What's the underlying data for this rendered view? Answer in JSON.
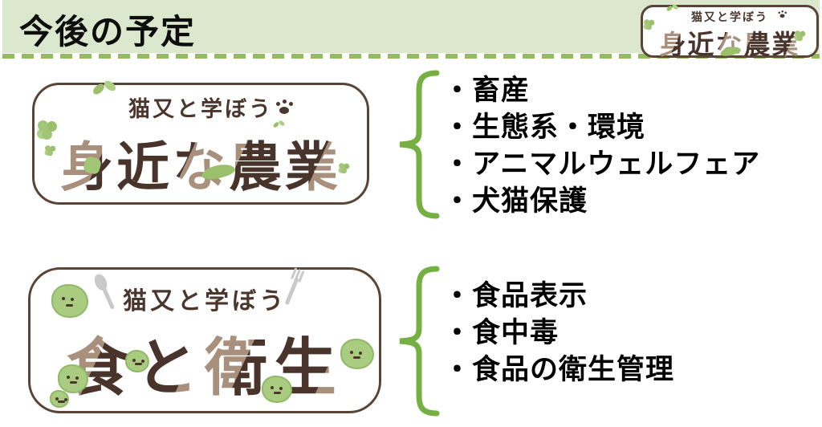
{
  "slide": {
    "title": "今後の予定"
  },
  "logos": {
    "agriculture": {
      "tagline": "猫又と学ぼう",
      "title": "身近な農業"
    },
    "hygiene": {
      "tagline": "猫又と学ぼう",
      "title": "食と衛生"
    }
  },
  "sections": [
    {
      "name": "agriculture-topics",
      "items": [
        "・畜産",
        "・生態系・環境",
        "・アニマルウェルフェア",
        "・犬猫保護"
      ]
    },
    {
      "name": "hygiene-topics",
      "items": [
        "・食品表示",
        "・食中毒",
        "・食品の衛生管理"
      ]
    }
  ],
  "icons": {
    "sprout": "sprout-icon (css leaves)",
    "paw": "paw-icon (css dots)",
    "clover": "clover-icon (css circles)",
    "leaf": "leaf-icon (css ellipse)",
    "germ": "germ-icon (css blob with face)",
    "spoon": "spoon-icon (css shape)",
    "fork": "fork-icon (css shape)"
  },
  "colors": {
    "header_bg": "#dce8cd",
    "dash_green": "#94ba62",
    "brace_green": "#76b043",
    "logo_dark_brown": "#48342b",
    "logo_tan": "#a8907d",
    "logo_green": "#a3c577",
    "logo_outline": "#5a4435",
    "text_black": "#000000",
    "cutlery_gray": "#c9c9c9"
  }
}
